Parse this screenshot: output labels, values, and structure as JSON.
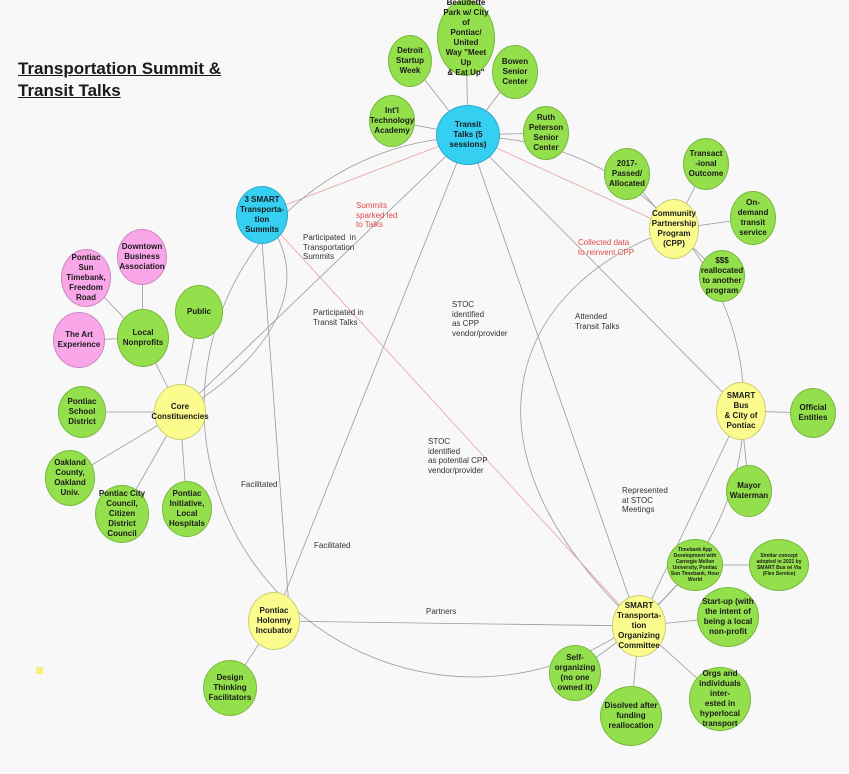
{
  "title": [
    "Transportation Summit &",
    "Transit Talks"
  ],
  "colors": {
    "green": "#93e04c",
    "yellow": "#fbfb8e",
    "blue": "#35cff2",
    "pink": "#f9a7e8",
    "line": "#9a9a9a",
    "red_line": "#e8a0a0",
    "red_text": "#e14b4b"
  },
  "nodes": {
    "transit_talks": {
      "lines": [
        "Transit",
        "Talks (5",
        "sessions)"
      ]
    },
    "beaudette": {
      "lines": [
        "Beaudette",
        "Park w/ City of",
        "Pontiac/",
        "United",
        "Way \"Meet Up",
        "& Eat Up\""
      ]
    },
    "detroit_startup": {
      "lines": [
        "Detroit",
        "Startup",
        "Week"
      ]
    },
    "bowen": {
      "lines": [
        "Bowen",
        "Senior",
        "Center"
      ]
    },
    "intl_tech": {
      "lines": [
        "Int'l",
        "Technology",
        "Academy"
      ]
    },
    "ruth_peterson": {
      "lines": [
        "Ruth",
        "Peterson",
        "Senior",
        "Center"
      ]
    },
    "smart_summits": {
      "lines": [
        "3 SMART",
        "Transporta-",
        "tion Summits"
      ]
    },
    "cpp": {
      "lines": [
        "Community",
        "Partnership",
        "Program",
        "(CPP)"
      ]
    },
    "passed": {
      "lines": [
        "2017-",
        "Passed/",
        "Allocated"
      ]
    },
    "transactional": {
      "lines": [
        "Transact",
        "-ional",
        "Outcome"
      ]
    },
    "ondemand": {
      "lines": [
        "On-",
        "demand",
        "transit",
        "service"
      ]
    },
    "reallocated": {
      "lines": [
        "$$$",
        "reallocated",
        "to another",
        "program"
      ]
    },
    "downtown": {
      "lines": [
        "Downtown",
        "Business",
        "Association"
      ]
    },
    "timebank": {
      "lines": [
        "Pontiac Sun",
        "Timebank,",
        "Freedom",
        "Road"
      ]
    },
    "local_nonprofits": {
      "lines": [
        "Local",
        "Nonprofits"
      ]
    },
    "art_experience": {
      "lines": [
        "The Art",
        "Experience"
      ]
    },
    "public": {
      "lines": [
        "Public"
      ]
    },
    "core": {
      "lines": [
        "Core",
        "Constituencies"
      ]
    },
    "school": {
      "lines": [
        "Pontiac",
        "School",
        "District"
      ]
    },
    "oakland": {
      "lines": [
        "Oakland",
        "County,",
        "Oakland",
        "Univ."
      ]
    },
    "city_council": {
      "lines": [
        "Pontiac City",
        "Council,",
        "Citizen District",
        "Council"
      ]
    },
    "initiative": {
      "lines": [
        "Pontiac",
        "Initiative,",
        "Local",
        "Hospitals"
      ]
    },
    "smart_bus": {
      "lines": [
        "SMART Bus",
        "& City of",
        "Pontiac"
      ]
    },
    "official": {
      "lines": [
        "Official",
        "Entities"
      ]
    },
    "mayor": {
      "lines": [
        "Mayor",
        "Waterman"
      ]
    },
    "stoc": {
      "lines": [
        "SMART",
        "Transporta-",
        "tion",
        "Organizing",
        "Committee"
      ]
    },
    "timebank_app": {
      "lines": [
        "Timebank App",
        "Development with",
        "Carnegie Mellon",
        "University, Pontiac",
        "Sun Timebank, Hour",
        "World"
      ]
    },
    "similar": {
      "lines": [
        "Similar concept",
        "adopted in 2021 by",
        "SMART Bus w/ Via",
        "(Flex Service)"
      ]
    },
    "startup": {
      "lines": [
        "Start-up (with",
        "the intent of",
        "being a local",
        "non-profit"
      ]
    },
    "self_org": {
      "lines": [
        "Self-",
        "organizing",
        "(no one",
        "owned it)"
      ]
    },
    "orgs": {
      "lines": [
        "Orgs and",
        "individuals inter-",
        "ested in",
        "hyperlocal",
        "transport"
      ]
    },
    "dissolved": {
      "lines": [
        "Disolved after",
        "funding",
        "reallocation"
      ]
    },
    "holonomy": {
      "lines": [
        "Pontiac",
        "Holonmy",
        "Incubator"
      ]
    },
    "design": {
      "lines": [
        "Design",
        "Thinking",
        "Facilitators"
      ]
    }
  },
  "edge_labels": {
    "summits_sparked": "Summits\nsparked led\nto Talks",
    "collected_data": "Collected data\nto reinvent CPP",
    "participated_summits": "Participated  in\nTransportation\nSummits",
    "participated_talks": "Participated in\nTransit Talks",
    "stoc_cpp": "STOC\nidentified\nas CPP\nvendor/provider",
    "attended": "Attended\nTransit Talks",
    "stoc_potential": "STOC\nidentified\nas potential CPP\nvendor/provider",
    "represented": "Represented\nat STOC\nMeetings",
    "facilitated_1": "Facilitated",
    "facilitated_2": "Facilitated",
    "partners": "Partners"
  }
}
